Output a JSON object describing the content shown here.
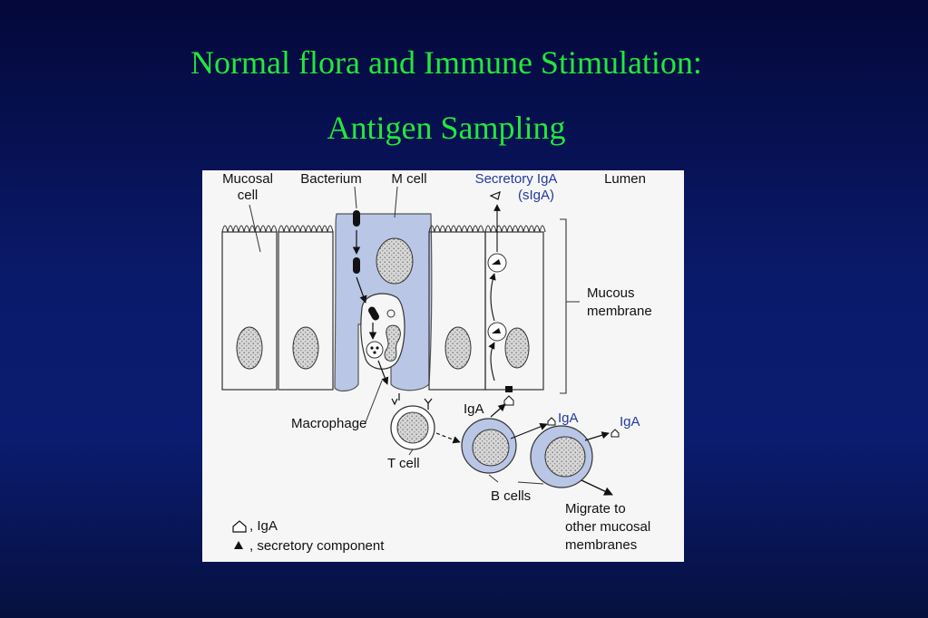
{
  "slide": {
    "title_line1": "Normal flora and Immune Stimulation:",
    "title_line2": "Antigen Sampling"
  },
  "colors": {
    "background": "#0a1a6a",
    "title": "#22e83a",
    "figure_bg": "#f6f6f6",
    "m_cell_fill": "#b9c6e6",
    "blue_text": "#233a9c"
  },
  "diagram": {
    "labels": {
      "mucosal_cell": [
        "Mucosal",
        "cell"
      ],
      "bacterium": "Bacterium",
      "m_cell": "M cell",
      "secretory_iga": [
        "Secretory IgA",
        "(sIgA)"
      ],
      "lumen": "Lumen",
      "mucous_membrane": [
        "Mucous",
        "membrane"
      ],
      "macrophage": "Macrophage",
      "t_cell": "T cell",
      "iga_near_cell": "IgA",
      "iga_blue_1": "IgA",
      "iga_blue_2": "IgA",
      "b_cells": "B cells",
      "migrate": [
        "Migrate to",
        "other mucosal",
        "membranes"
      ]
    },
    "legend": [
      {
        "icon": "pentagon-icon",
        "text": ", IgA"
      },
      {
        "icon": "triangle-icon",
        "text": ", secretory component"
      }
    ]
  }
}
